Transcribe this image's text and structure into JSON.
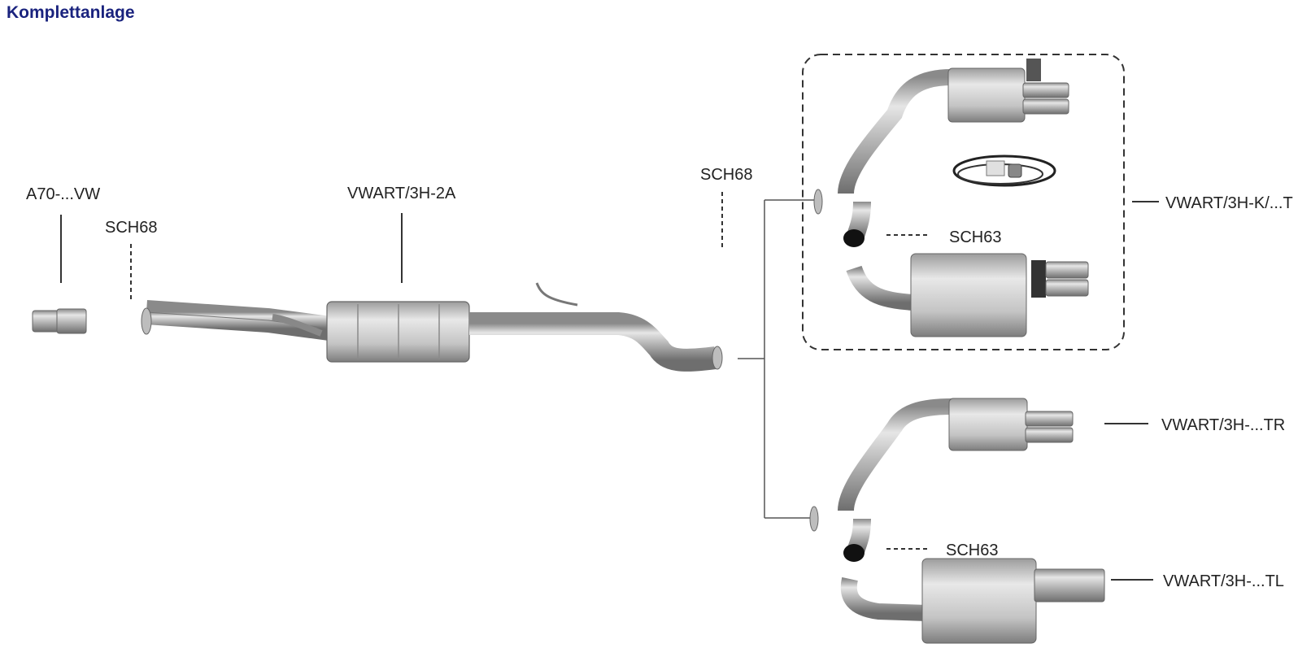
{
  "title": "Komplettanlage",
  "labels": {
    "adapter": "A70-...VW",
    "clamp_front": "SCH68",
    "middle_section": "VWART/3H-2A",
    "clamp_rear": "SCH68",
    "rear_valve": "VWART/3H-K/...T",
    "clamp_valve": "SCH63",
    "rear_right": "VWART/3H-...TR",
    "clamp_split": "SCH63",
    "rear_left": "VWART/3H-...TL"
  },
  "colors": {
    "title": "#1a237e",
    "steel_light": "#d6d6d6",
    "steel_dark": "#7a7a7a",
    "line": "#333333"
  }
}
